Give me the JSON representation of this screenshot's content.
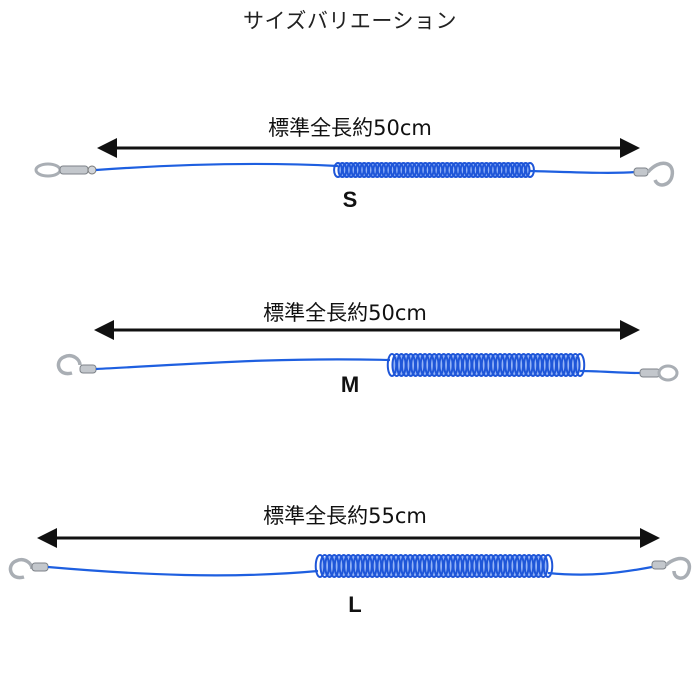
{
  "title": "サイズバリエーション",
  "variants": [
    {
      "size": "S",
      "length_label": "標準全長約50cm"
    },
    {
      "size": "M",
      "length_label": "標準全長約50cm"
    },
    {
      "size": "L",
      "length_label": "標準全長約55cm"
    }
  ],
  "colors": {
    "cord": "#1e5fe0",
    "coil": "#1f56d8",
    "arrow": "#111111",
    "metal": "#a9aeb4"
  }
}
